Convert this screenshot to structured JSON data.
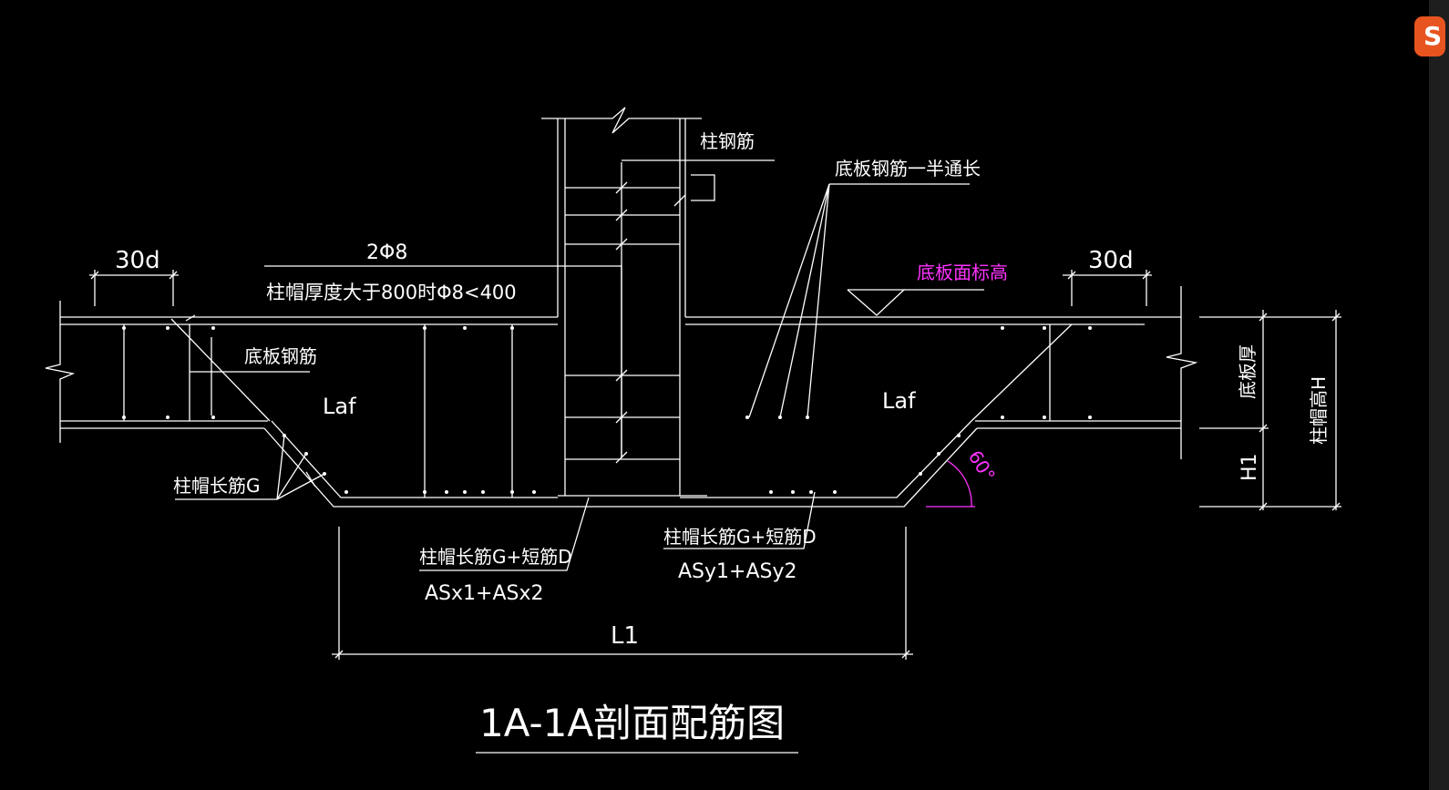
{
  "drawing": {
    "title": "1A-1A剖面配筋图",
    "labels": {
      "30d_left": "30d",
      "30d_right": "30d",
      "bars_2phi8": "2Φ8",
      "cap_note": "柱帽厚度大于800时Φ8<400",
      "column_rebar": "柱钢筋",
      "slab_rebar_half": "底板钢筋一半通长",
      "slab_top_elev": "底板面标高",
      "slab_rebar": "底板钢筋",
      "laf_left": "Laf",
      "laf_right": "Laf",
      "cap_long_g": "柱帽长筋G",
      "cap_long_g_short_d_x": "柱帽长筋G+短筋D",
      "asx": "ASx1+ASx2",
      "cap_long_g_short_d_y": "柱帽长筋G+短筋D",
      "asy": "ASy1+ASy2",
      "l1": "L1",
      "angle": "60°",
      "slab_thickness": "底板厚",
      "h1": "H1",
      "cap_height": "柱帽高H"
    },
    "colors": {
      "background": "#000000",
      "line": "#ffffff",
      "elevation_label": "#ff33ff",
      "angle_mark": "#ff33ff"
    }
  },
  "app_icon": {
    "glyph": "S",
    "color": "#e8541f"
  }
}
